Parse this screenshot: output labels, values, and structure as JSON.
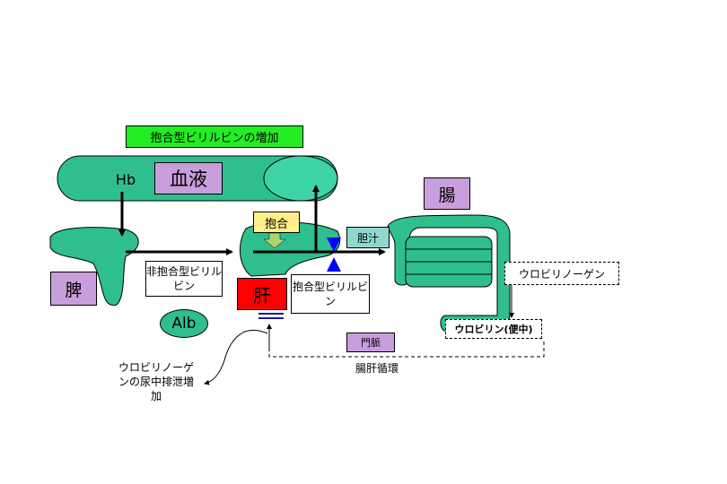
{
  "title_banner": "抱合型ビリルビンの増加",
  "organs": {
    "blood": "血液",
    "spleen": "脾",
    "liver": "肝",
    "intestine": "腸"
  },
  "substances": {
    "hb": "Hb",
    "unconjugated_bilirubin": "非抱合型ビリルビン",
    "albumin": "Alb",
    "conjugation": "抱合",
    "conjugated_bilirubin": "抱合型ビリルビン",
    "bile": "胆汁",
    "urobilinogen": "ウロビリノーゲン",
    "urobilin_feces": "ウロビリン(便中)"
  },
  "circulation": {
    "portal_vein": "門脈",
    "enterohepatic": "腸肝循環",
    "urinary_excretion": "ウロビリノーゲンの尿中排泄増加"
  },
  "colors": {
    "organ_fill": "#2fbf8f",
    "organ_light": "#3fd3a8",
    "banner_green": "#22ee22",
    "label_purple": "#c89fdc",
    "liver_red": "#ff0000",
    "conjugation_yellow": "#fff08a",
    "bile_teal": "#8fd8d0",
    "valve_blue": "#0000ff"
  }
}
